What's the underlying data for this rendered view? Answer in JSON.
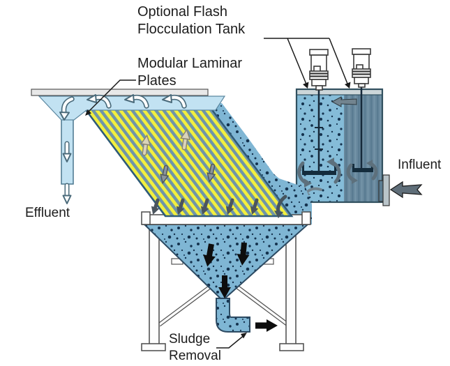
{
  "labels": {
    "flocc_tank": {
      "line1": "Optional Flash",
      "line2": "Flocculation Tank"
    },
    "laminar_plates": {
      "line1": "Modular Laminar",
      "line2": "Plates"
    },
    "influent": "Influent",
    "effluent": "Effluent",
    "sludge_removal": {
      "line1": "Sludge",
      "line2": "Removal"
    }
  },
  "colors": {
    "water_light": "#c2e2f2",
    "water_speckled": "#7fb6d4",
    "speckle_dark": "#14324e",
    "tank_left_water": "#85bcd8",
    "tank_right_water": "#68889d",
    "plate_yellow": "#f2ef3e",
    "plate_gap_blue": "#6f95a8",
    "top_bar_gray": "#e8e8e8",
    "outline_dark": "#2c4a62",
    "arrow_black": "#0d0d0d",
    "arrow_gray": "#72848f"
  },
  "icons": {
    "white_curved_arrow": "clarified-water-flow-left",
    "white_down_arrow": "effluent-flow-down",
    "tan_up_arrow": "rising-flow-in-plates",
    "gray_down_arrow": "settling-solids-in-plates",
    "black_down_arrow": "sludge-settling",
    "black_right_arrow": "sludge-discharge",
    "gray_left_arrow": "influent-flow",
    "rotation_arrow": "mixer-rotation"
  }
}
